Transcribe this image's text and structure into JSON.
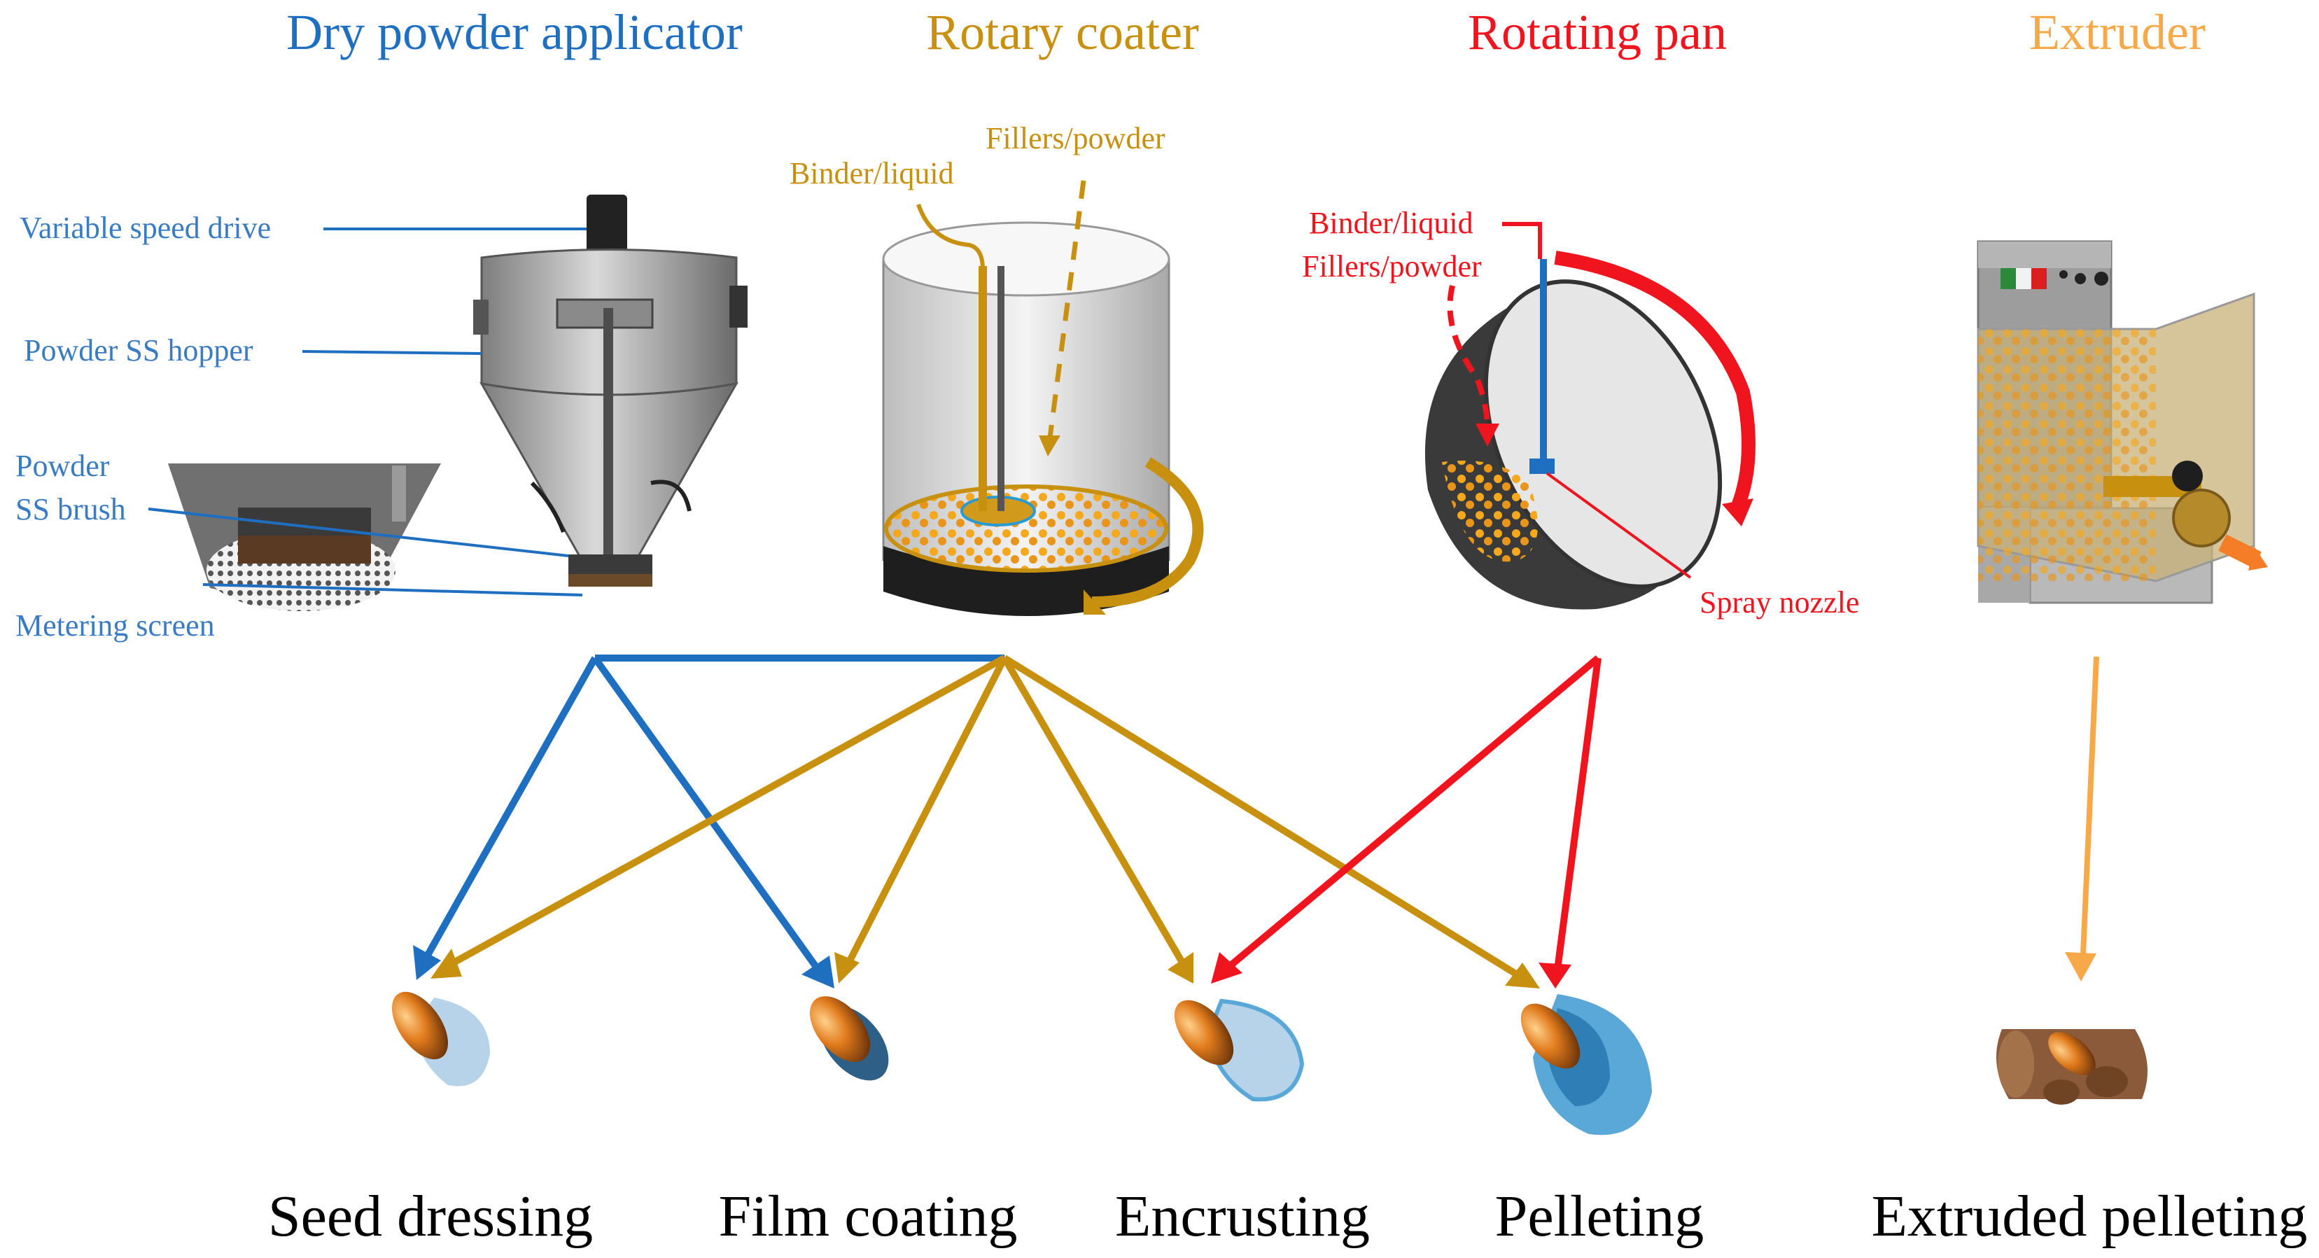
{
  "colors": {
    "dry": "#1f6fc1",
    "rotary": "#c8900f",
    "pan": "#f0141e",
    "extruder": "#f7a94a",
    "seed": "#e07a1c",
    "coat_light": "#b7d3ea",
    "coat_mid": "#5aa8d8"
  },
  "equipment": {
    "dry": {
      "title": "Dry powder applicator",
      "label_drive": "Variable speed drive",
      "label_hopper": "Powder SS hopper",
      "label_brush_1": "Powder",
      "label_brush_2": "SS brush",
      "label_screen": "Metering screen"
    },
    "rotary": {
      "title": "Rotary coater",
      "label_binder": "Binder/liquid",
      "label_fillers": "Fillers/powder"
    },
    "pan": {
      "title": "Rotating pan",
      "label_binder": "Binder/liquid",
      "label_fillers": "Fillers/powder",
      "label_nozzle": "Spray nozzle"
    },
    "extruder": {
      "title": "Extruder"
    }
  },
  "products": {
    "seed_dressing": "Seed dressing",
    "film_coating": "Film coating",
    "encrusting": "Encrusting",
    "pelleting": "Pelleting",
    "extruded_pelleting": "Extruded pelleting"
  }
}
